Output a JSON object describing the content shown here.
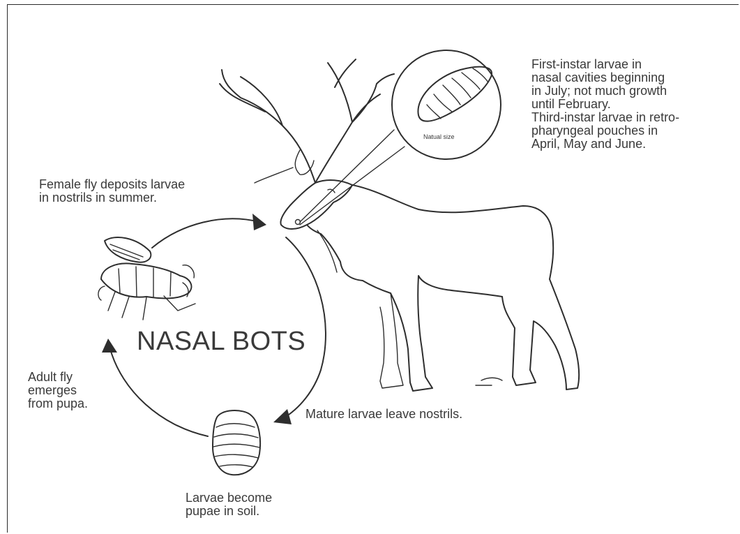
{
  "diagram": {
    "title": "NASAL BOTS",
    "inset_caption": "Natual size",
    "labels": {
      "first_instar": [
        "First-instar larvae in",
        "nasal cavities beginning",
        "in July; not much growth",
        "until February.",
        "Third-instar larvae in retro-",
        "pharyngeal pouches in",
        "April, May and June."
      ],
      "female_fly": [
        "Female fly deposits larvae",
        "in nostrils in summer."
      ],
      "adult_fly": [
        "Adult fly",
        "emerges",
        "from pupa."
      ],
      "mature_larvae": [
        "Mature larvae leave nostrils."
      ],
      "pupae": [
        "Larvae become",
        "pupae in soil."
      ]
    },
    "icons": [
      "caribou-illustration",
      "fly-icon",
      "pupa-icon",
      "larva-icon",
      "cycle-arrow-icon"
    ]
  }
}
